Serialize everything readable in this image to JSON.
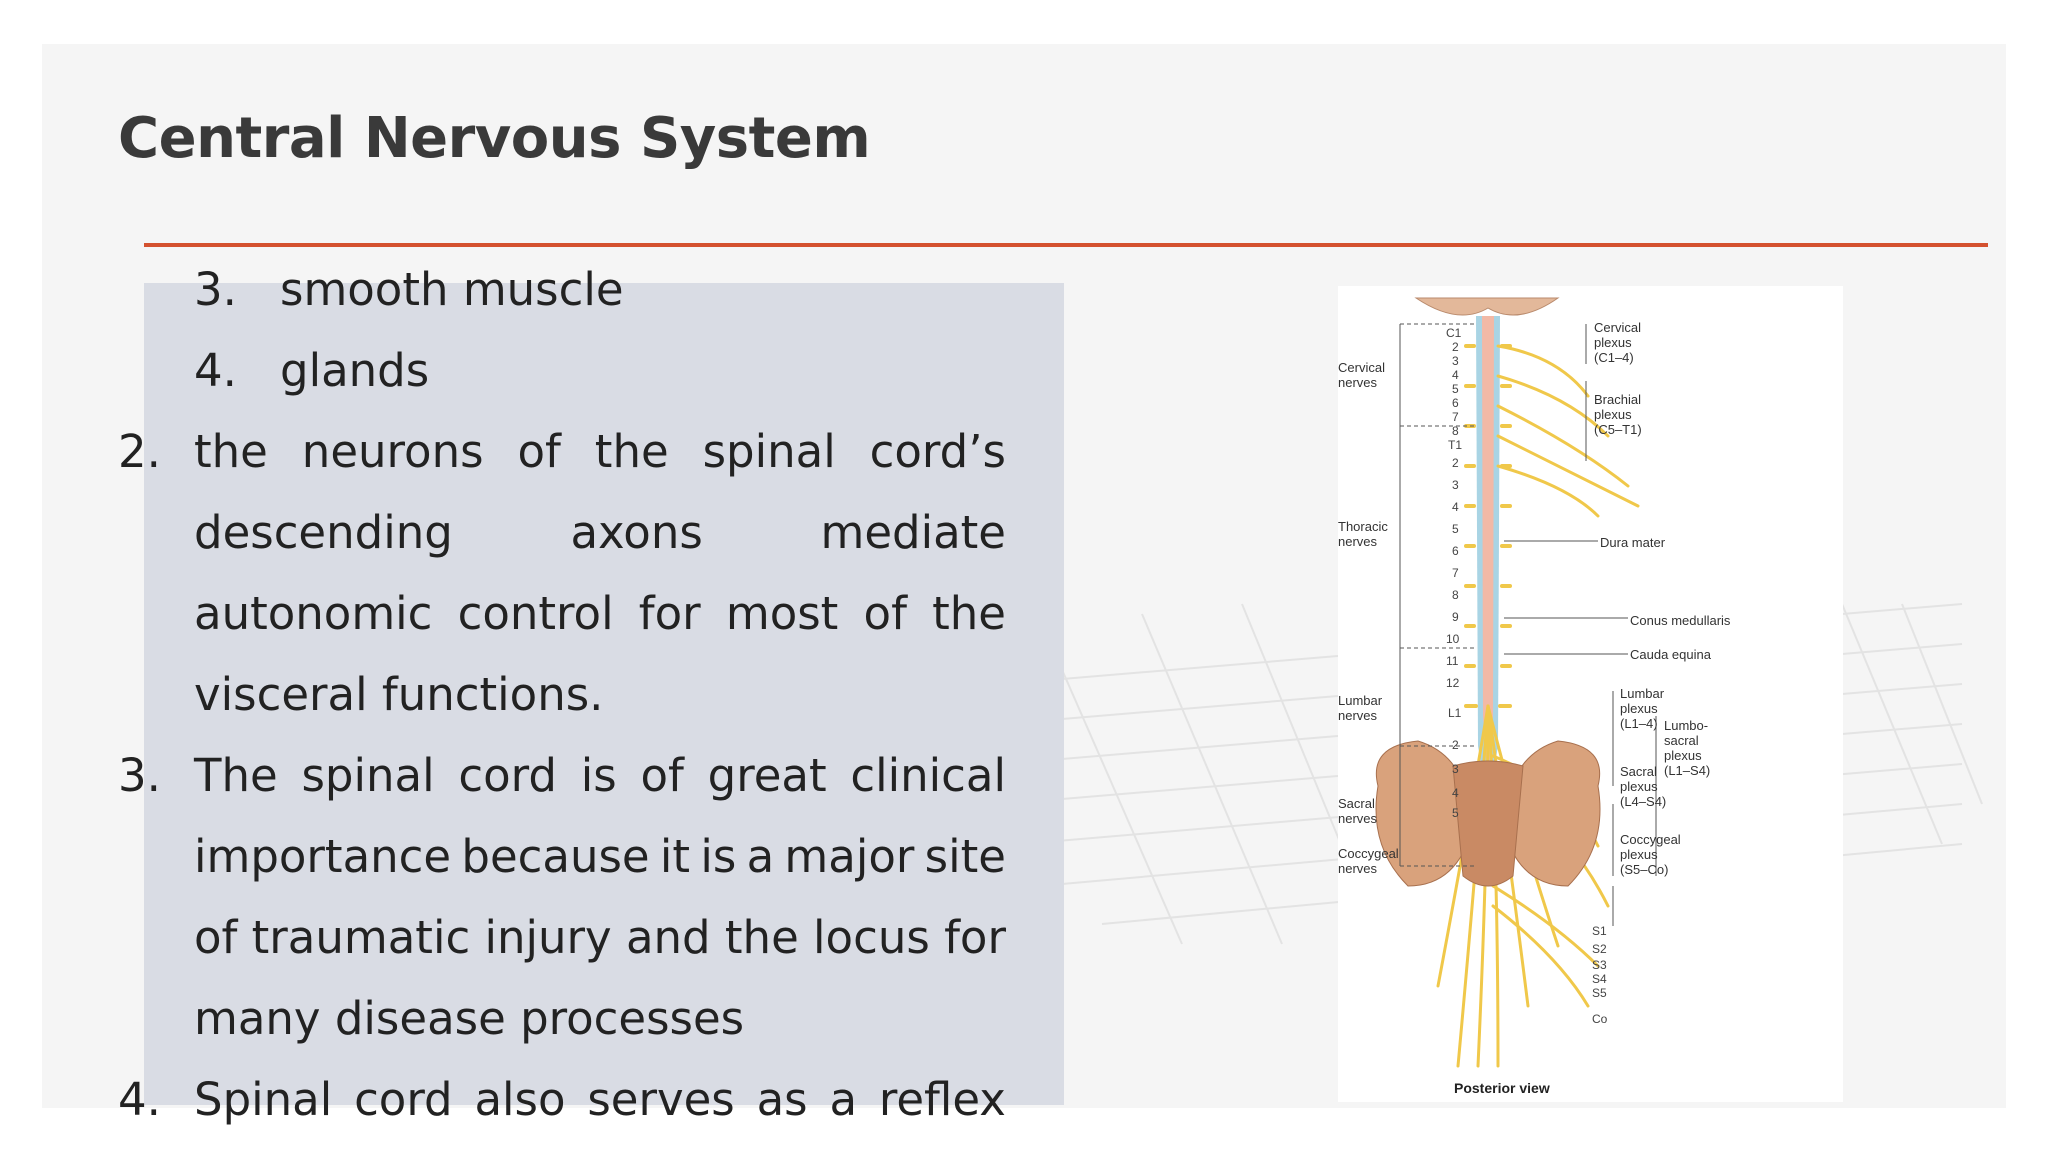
{
  "slide": {
    "title": "Central Nervous System"
  },
  "list": {
    "sub_items": [
      {
        "number": "3.",
        "text": "smooth muscle"
      },
      {
        "number": "4.",
        "text": "glands"
      }
    ],
    "items": [
      {
        "number": "2.",
        "lines": [
          "the neurons of the spinal cord’s",
          "descending axons mediate",
          "autonomic control for most of the",
          "visceral functions."
        ]
      },
      {
        "number": "3.",
        "lines": [
          "The spinal cord is of great clinical",
          "importance because it is a major site",
          "of traumatic injury and the locus for",
          "many disease processes"
        ]
      },
      {
        "number": "4.",
        "lines": [
          "Spinal cord also serves as a reflex"
        ]
      }
    ]
  },
  "figure": {
    "caption": "Posterior view",
    "left_labels": {
      "cervical": "Cervical\nnerves",
      "thoracic": "Thoracic\nnerves",
      "lumbar": "Lumbar\nnerves",
      "sacral": "Sacral\nnerves",
      "coccygeal": "Coccygeal\nnerves"
    },
    "right_labels": {
      "cervical_plexus": "Cervical\nplexus\n(C1–4)",
      "brachial_plexus": "Brachial\nplexus\n(C5–T1)",
      "dura_mater": "Dura mater",
      "conus_medullaris": "Conus medullaris",
      "cauda_equina": "Cauda equina",
      "lumbar_plexus": "Lumbar\nplexus\n(L1–4)",
      "lumbosacral_plexus": "Lumbo-\nsacral\nplexus\n(L1–S4)",
      "sacral_plexus": "Sacral\nplexus\n(L4–S4)",
      "coccygeal_plexus": "Coccygeal\nplexus\n(S5–Co)"
    },
    "vertebra_labels": [
      "C1",
      "2",
      "3",
      "4",
      "5",
      "6",
      "7",
      "8",
      "T1",
      "2",
      "3",
      "4",
      "5",
      "6",
      "7",
      "8",
      "9",
      "10",
      "11",
      "12",
      "L1",
      "2",
      "3",
      "4",
      "5"
    ],
    "sacral_labels": [
      "S1",
      "S2",
      "S3",
      "S4",
      "S5",
      "Co"
    ]
  }
}
